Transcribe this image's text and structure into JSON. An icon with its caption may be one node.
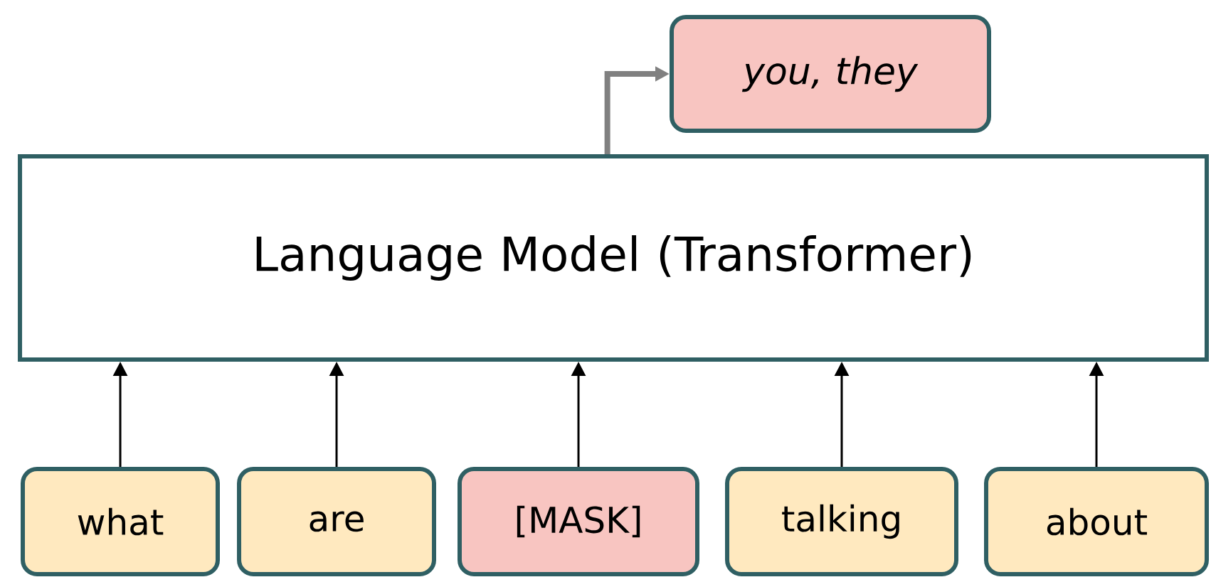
{
  "diagram": {
    "nodes": [
      {
        "text": [
          "you, they"
        ]
      },
      {
        "text": [
          "Language Model (Transformer)"
        ]
      },
      {
        "text": [
          "what"
        ]
      },
      {
        "text": [
          "are"
        ]
      },
      {
        "text": [
          "[MASK]"
        ]
      },
      {
        "text": [
          "talking"
        ]
      },
      {
        "text": [
          "about"
        ]
      }
    ],
    "edges": [
      {
        "from": 1,
        "to": 0,
        "arrow": "to",
        "style": "thick",
        "color": "#808080"
      },
      {
        "from": 2,
        "to": 1,
        "arrow": "to"
      },
      {
        "from": 3,
        "to": 1,
        "arrow": "to"
      },
      {
        "from": 4,
        "to": 1,
        "arrow": "to"
      },
      {
        "from": 5,
        "to": 1,
        "arrow": "to"
      },
      {
        "from": 6,
        "to": 1,
        "arrow": "to"
      }
    ]
  }
}
